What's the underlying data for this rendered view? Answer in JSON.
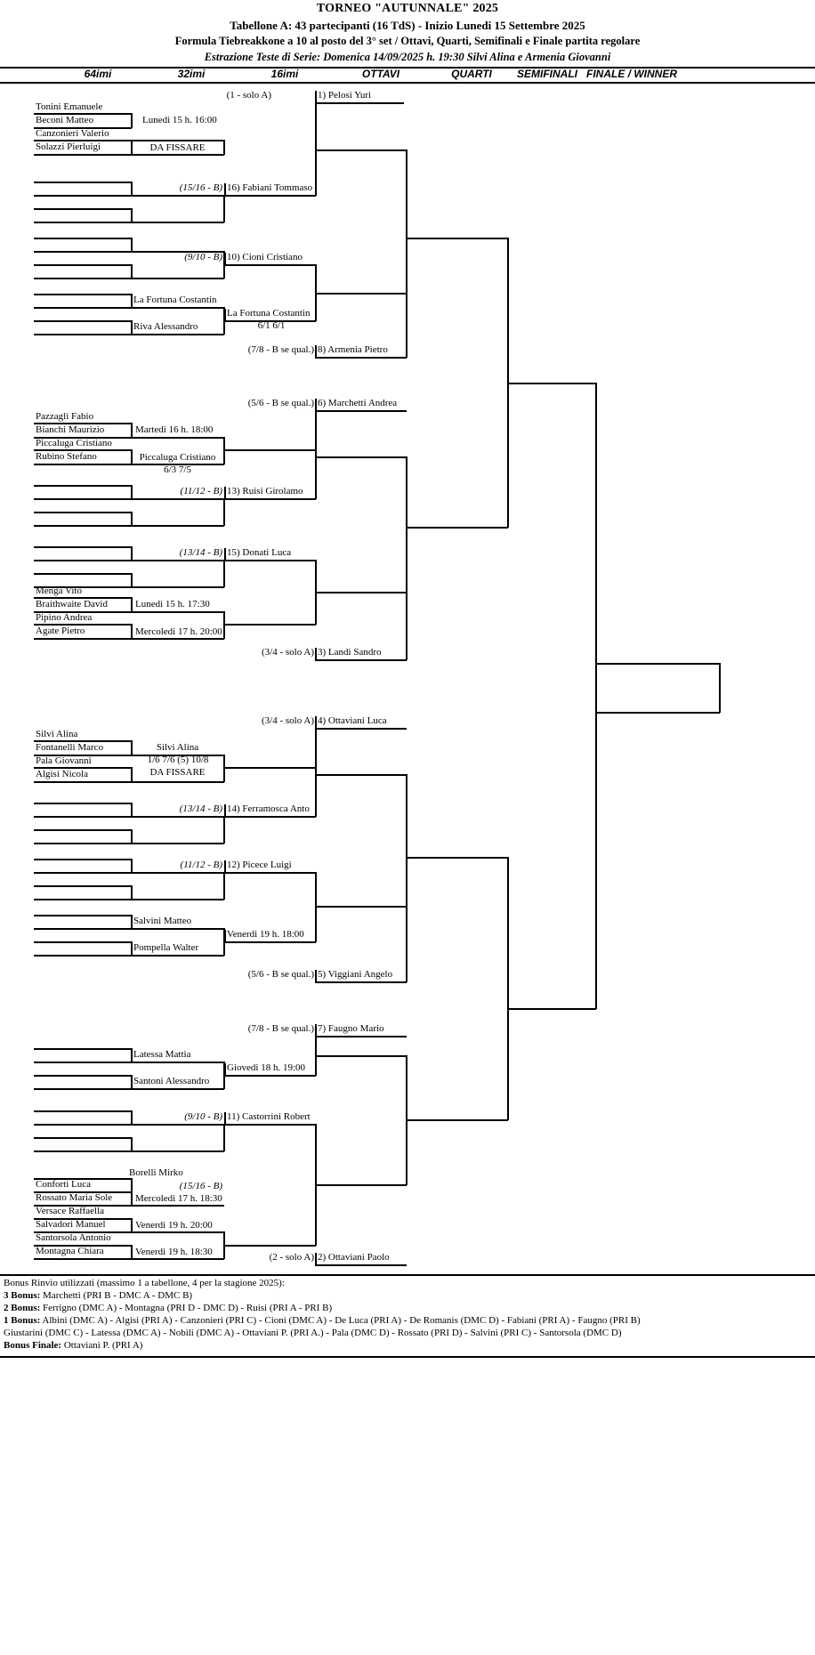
{
  "header": {
    "line1": "TORNEO  \"AUTUNNALE\" 2025",
    "line2": "Tabellone A: 43 partecipanti (16 TdS) - Inizio Lunedi 15 Settembre 2025",
    "line3": "Formula Tiebreakkone a 10 al posto del 3° set / Ottavi, Quarti, Semifinali e Finale partita regolare",
    "line4": "Estrazione Teste di Serie: Domenica 14/09/2025 h. 19:30 Silvi Alina e Armenia Giovanni"
  },
  "columns": [
    {
      "label": "64imi"
    },
    {
      "label": "32imi"
    },
    {
      "label": "16imi"
    },
    {
      "label": "OTTAVI"
    },
    {
      "label": "QUARTI"
    },
    {
      "label": "SEMIFINALI"
    },
    {
      "label": "FINALE / WINNER"
    }
  ],
  "r64": {
    "g1_p1": "Tonini Emanuele",
    "g1_p2": "Beconi Matteo",
    "g2_p1": "Canzonieri Valerio",
    "g2_p2": "Solazzi Pierluigi",
    "g9_p1": "Pazzagli Fabio",
    "g9_p2": "Bianchi Maurizio",
    "g10_p1": "Piccaluga Cristiano",
    "g10_p2": "Rubino Stefano",
    "g13_p1": "Menga Vito",
    "g13_p2": "Braithwaite David",
    "g14_p1": "Pipino Andrea",
    "g14_p2": "Agate Pietro",
    "g17_p1": "Silvi Alina",
    "g17_p2": "Fontanelli Marco",
    "g18_p1": "Pala Giovanni",
    "g18_p2": "Algisi Nicola",
    "g31_p1": "Conforti Luca",
    "g31_p2": "Rossato Maria Sole",
    "g32_p1": "Versace Raffaella",
    "g32_p2": "Salvadori Manuel",
    "g33_p1": "Santorsola Antonio",
    "g33_p2": "Montagna Chiara"
  },
  "r32": {
    "m1": "Lunedi 15 h. 16:00",
    "m2": "DA FISSARE",
    "m3": "La Fortuna Costantin",
    "m4": "Riva Alessandro",
    "m5": "Martedi 16 h. 18:00",
    "m6": "Piccaluga Cristiano",
    "m6s": "6/3  7/5",
    "m7": "Lunedi 15 h. 17:30",
    "m8": "Mercoledi 17 h. 20:00",
    "m9": "Silvi Alina",
    "m9s": "1/6  7/6 (5)  10/8",
    "m10": "DA FISSARE",
    "m11": "Salvini Matteo",
    "m12": "Pompella Walter",
    "m13": "Latessa Mattia",
    "m14": "Santoni Alessandro",
    "m15": "Borelli Mirko",
    "m16": "Mercoledi 17 h. 18:30",
    "m17": "Venerdi 19 h. 20:00",
    "m18": "Venerdi 19 h. 18:30"
  },
  "r16": {
    "t1_tag": "(15/16 - B)",
    "t1": "16) Fabiani Tommaso",
    "t2_tag": "(9/10 - B)",
    "t2": "10) Cioni Cristiano",
    "t3": "La Fortuna Costantin",
    "t3s": "6/1  6/1",
    "t4_tag": "(11/12 - B)",
    "t4": "13) Ruisi Girolamo",
    "t5_tag": "(13/14 - B)",
    "t5": "15) Donati Luca",
    "t6_tag": "(13/14 - B)",
    "t6": "14) Ferramosca Anto",
    "t7_tag": "(11/12 - B)",
    "t7": "12) Picece Luigi",
    "t8": "Venerdi 19 h. 18:00",
    "t9": "Giovedi 18 h. 19:00",
    "t10_tag": "(9/10 - B)",
    "t10": "11) Castorrini Robert",
    "t11_tag": "(15/16 - B)",
    "t11": ""
  },
  "ottavi": {
    "o1_tag": "(1 - solo A)",
    "o1": "1) Pelosi Yuri",
    "o2_tag": "(7/8 - B se qual.)",
    "o2": "8) Armenia Pietro",
    "o3_tag": "(5/6 - B se qual.)",
    "o3": "6) Marchetti Andrea",
    "o4_tag": "(3/4 - solo A)",
    "o4": "3) Landi Sandro",
    "o5_tag": "(3/4 - solo A)",
    "o5": "4) Ottaviani Luca",
    "o6_tag": "(5/6 - B se qual.)",
    "o6": "5) Viggiani Angelo",
    "o7_tag": "(7/8 - B se qual.)",
    "o7": "7) Faugno Mario",
    "o8_tag": "(2 - solo A)",
    "o8": "2) Ottaviani Paolo"
  },
  "footer": {
    "line1": "Bonus Rinvio utilizzati (massimo 1 a tabellone, 4 per la stagione 2025):",
    "line2_b": "3 Bonus:",
    "line2_t": " Marchetti (PRI B - DMC A - DMC B)",
    "line3_b": "2 Bonus:",
    "line3_t": " Ferrigno (DMC A) - Montagna (PRI D - DMC D) - Ruisi (PRI A - PRI B)",
    "line4_b": "1 Bonus:",
    "line4_t": " Albini (DMC A) - Algisi (PRI A) - Canzonieri (PRI C) - Cioni (DMC A) - De Luca (PRI A) - De Romanis (DMC D) - Fabiani (PRI A) - Faugno (PRI B)",
    "line5": "Giustarini (DMC C) - Latessa (DMC A) - Nobili (DMC A) - Ottaviani P. (PRI A.) - Pala (DMC D) - Rossato (PRI D) - Salvini (PRI C) - Santorsola (DMC D)",
    "line6_b": "Bonus Finale:",
    "line6_t": " Ottaviani P. (PRI A)"
  }
}
